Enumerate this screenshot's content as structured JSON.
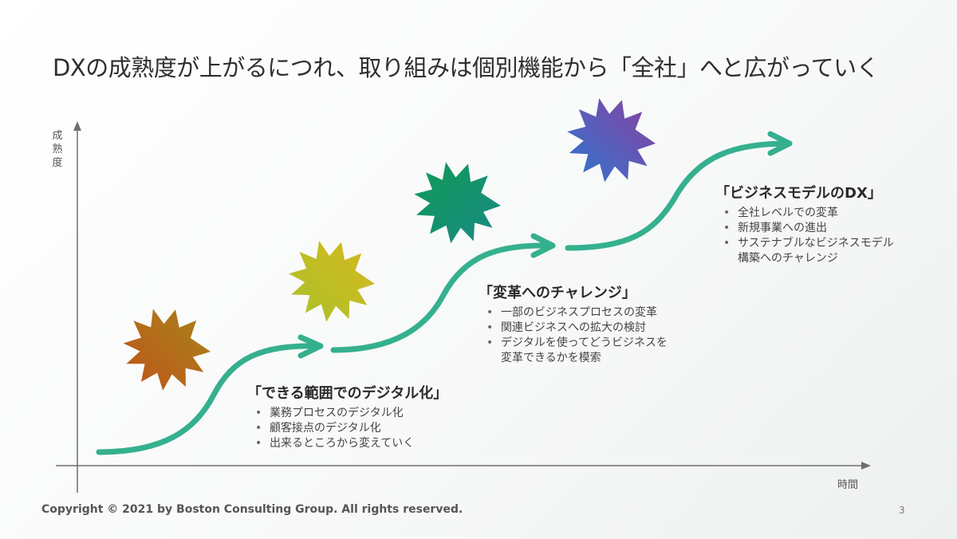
{
  "slide": {
    "title": "DXの成熟度が上がるにつれ、取り組みは個別機能から「全社」へと広がっていく",
    "y_axis_label": [
      "成",
      "熟",
      "度"
    ],
    "x_axis_label": "時間",
    "footer": "Copyright © 2021 by Boston Consulting Group. All rights reserved.",
    "page_number": "3"
  },
  "stages": [
    {
      "title": "「できる範囲でのデジタル化」",
      "bullets": [
        "業務プロセスのデジタル化",
        "顧客接点のデジタル化",
        "出来るところから変えていく"
      ]
    },
    {
      "title": "「変革へのチャレンジ」",
      "bullets": [
        "一部のビジネスプロセスの変革",
        "関連ビジネスへの拡大の検討",
        "デジタルを使ってどうビジネスを",
        "変革できるかを模索"
      ]
    },
    {
      "title": "「ビジネスモデルのDX」",
      "bullets": [
        "全社レベルでの変革",
        "新規事業への進出",
        "サステナブルなビジネスモデル",
        "構築へのチャレンジ"
      ]
    }
  ],
  "colors": {
    "arrow": "#35b08e",
    "axis": "#6f6f6f",
    "burst_1": [
      "#c0541b",
      "#a68419"
    ],
    "burst_2": [
      "#a9c22a",
      "#d7b81e"
    ],
    "burst_3": [
      "#0f9a55",
      "#1a8a86"
    ],
    "burst_4": [
      "#2d78d0",
      "#8b3fa0"
    ]
  }
}
